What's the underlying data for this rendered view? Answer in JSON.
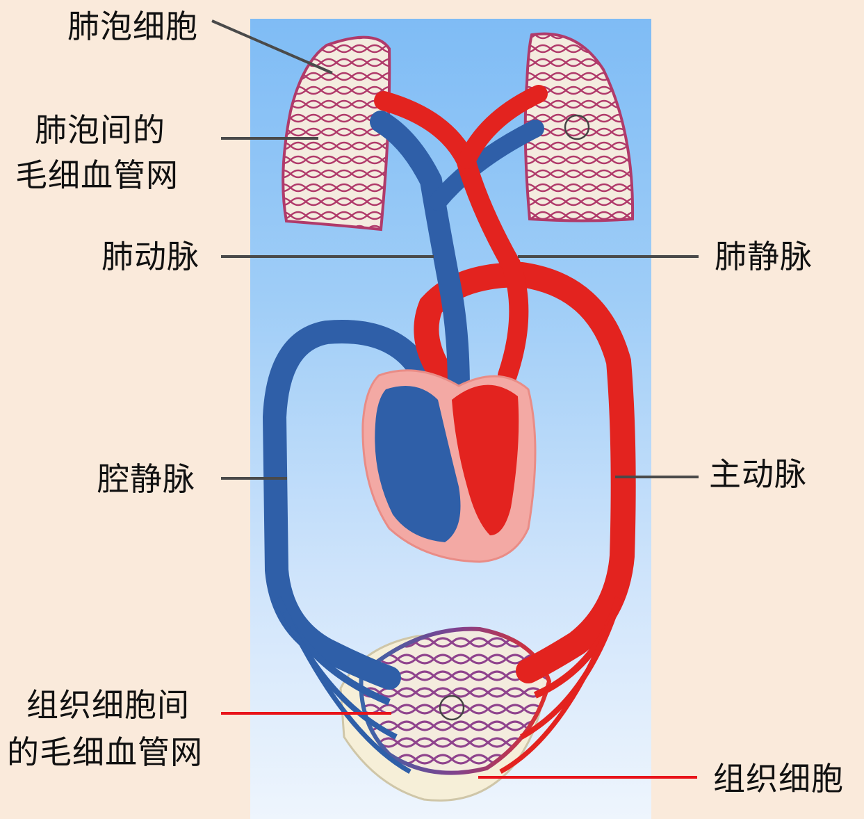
{
  "labels": {
    "alveolar_cell": "肺泡细胞",
    "alveolar_capillary_line1": "肺泡间的",
    "alveolar_capillary_line2": "毛细血管网",
    "pulmonary_artery": "肺动脉",
    "pulmonary_vein": "肺静脉",
    "vena_cava": "腔静脉",
    "aorta": "主动脉",
    "tissue_capillary_line1": "组织细胞间",
    "tissue_capillary_line2": "的毛细血管网",
    "tissue_cell": "组织细胞"
  },
  "colors": {
    "background": "#faeadb",
    "arterial_blood": "#e3231f",
    "venous_blood": "#2f5fa8",
    "heart_tissue": "#f3a9a4",
    "leader_line": "#4a4a4a",
    "highlight_leader_line": "#e8141a"
  }
}
